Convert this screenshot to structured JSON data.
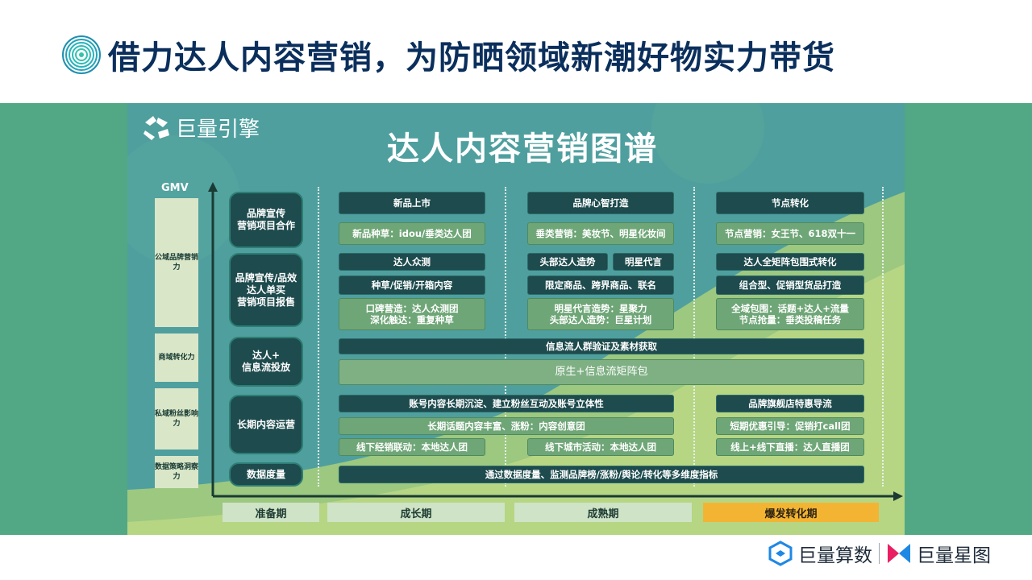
{
  "slide": {
    "title": "借力达人内容营销，为防晒领域新潮好物实力带货"
  },
  "map": {
    "brand": "巨量引擎",
    "title": "达人内容营销图谱",
    "y_axis_label": "GMV",
    "side_labels": [
      "公域品牌营销力",
      "商域转化力",
      "私域粉丝影响力",
      "数据策略洞察力"
    ],
    "row_labels": [
      "品牌宣传\n营销项目合作",
      "品牌宣传/品效\n达人单买\n营销项目报售",
      "达人+\n信息流投放",
      "长期内容运营",
      "数据度量"
    ],
    "col1": {
      "header": "新品上市",
      "seed": "新品种草：idou/垂类达人团",
      "crowd": "达人众测",
      "promo": "种草/促销/开箱内容",
      "wom": "口碑营造：达人众测团\n深化触达：重复种草"
    },
    "col2": {
      "header": "品牌心智打造",
      "vertical": "垂类营销：美妆节、明星化妆间",
      "head_kol": "头部达人造势",
      "star": "明星代言",
      "limited": "限定商品、跨界商品、联名",
      "plan": "明星代言造势：星聚力\n头部达人造势：巨星计划"
    },
    "col3": {
      "header": "节点转化",
      "node": "节点营销：女王节、618双十一",
      "matrix": "达人全矩阵包围式转化",
      "combo": "组合型、促销型货品打造",
      "full": "全域包围：话题+达人+流量\n节点抢量：垂类投稿任务"
    },
    "infoflow": {
      "top": "信息流人群验证及素材获取",
      "bottom": "原生+信息流矩阵包"
    },
    "longterm": {
      "account": "账号内容长期沉淀、建立粉丝互动及账号立体性",
      "topic": "长期话题内容丰富、涨粉：内容创意团",
      "offline1": "线下经销联动：本地达人团",
      "offline2": "线下城市活动：本地达人团",
      "flagship": "品牌旗舰店特惠导流",
      "shortterm": "短期优惠引导：促销打call团",
      "live": "线上+线下直播：达人直播团"
    },
    "data_bar": "通过数据度量、监测品牌榜/涨粉/舆论/转化等多维度指标",
    "phases": [
      "准备期",
      "成长期",
      "成熟期",
      "爆发转化期"
    ],
    "colors": {
      "dark_box": "#1e4b4d",
      "light_box": "#6fa677",
      "hot_phase": "#f3b433",
      "title": "#0b2f5c"
    }
  },
  "footer": {
    "logo1": "巨量算数",
    "logo2": "巨量星图"
  }
}
